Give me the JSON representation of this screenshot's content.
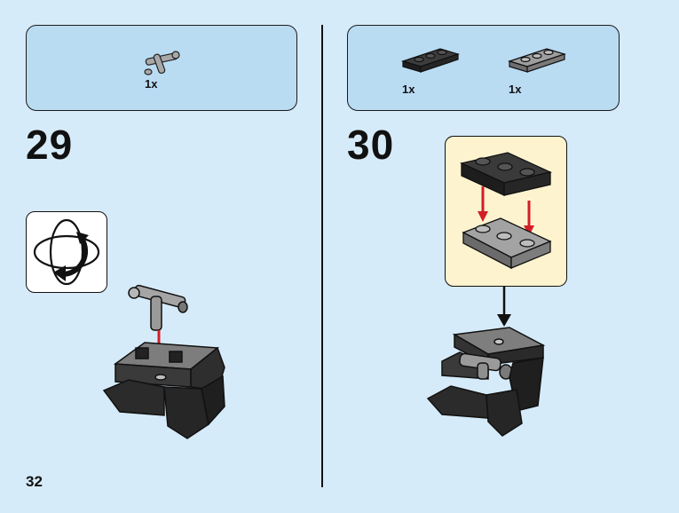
{
  "page": {
    "number": "32"
  },
  "steps": [
    {
      "number": "29",
      "parts": [
        {
          "name": "lever-t-piece",
          "qty": "1x"
        }
      ],
      "rotate_model": true,
      "arrow_color": "#d21f26"
    },
    {
      "number": "30",
      "parts": [
        {
          "name": "black-plate-1x3-jumper",
          "qty": "1x"
        },
        {
          "name": "dark-grey-plate-1x3-jumper",
          "qty": "1x"
        }
      ],
      "callout": true,
      "arrow_color": "#d21f26"
    }
  ],
  "colors": {
    "page_bg": "#d6ebf9",
    "parts_box_bg": "#b9dcf3",
    "callout_bg": "#fdf3cf",
    "arrow_red": "#d21f26",
    "brick_black": "#2b2b2b",
    "brick_grey": "#8a8a8a"
  }
}
